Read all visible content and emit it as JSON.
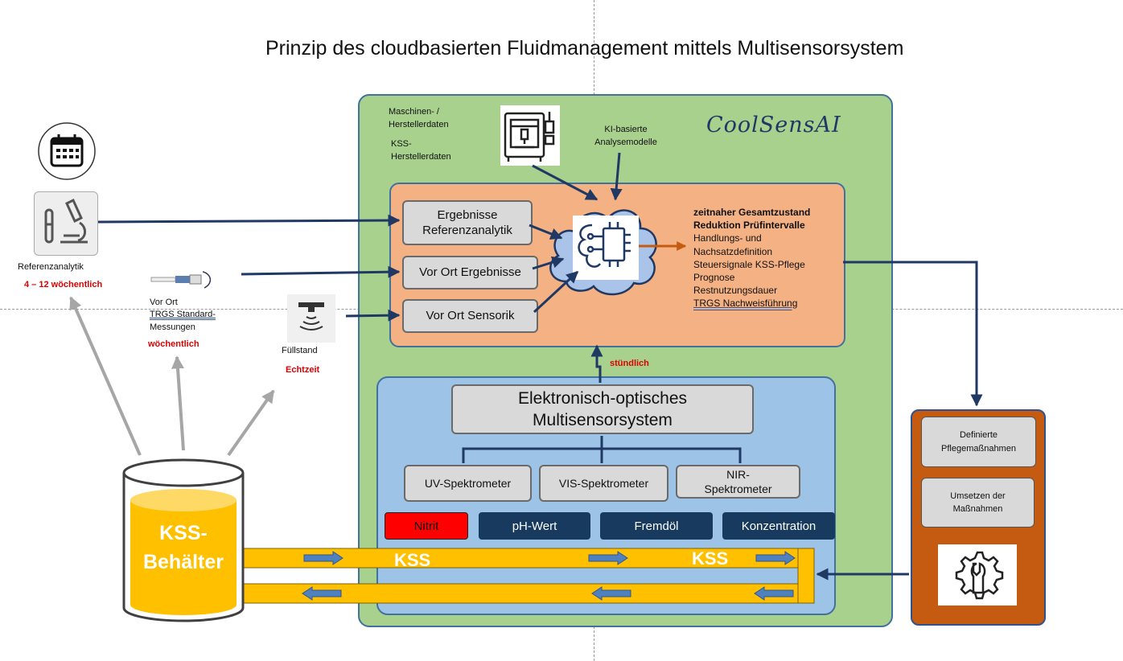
{
  "title": "Prinzip des cloudbasierten Fluidmanagement mittels Multisensorsystem",
  "brand": "CoolSensAI",
  "top_labels": {
    "machine_data": "Maschinen- / Herstellerdaten",
    "kss_data": "KSS- Herstellerdaten",
    "ki_models": "KI-basierte Analysemodelle"
  },
  "inputs": {
    "ref_results": "Ergebnisse Referenzanalytik",
    "onsite_results": "Vor Ort Ergebnisse",
    "onsite_sensors": "Vor Ort Sensorik"
  },
  "results": {
    "line1": "zeitnaher Gesamtzustand",
    "line2": "Reduktion Prüfintervalle",
    "line3": "Handlungs- und",
    "line4": "Nachsatzdefinition",
    "line5": "Steuersignale  KSS-Pflege",
    "line6": "Prognose",
    "line7": "Restnutzungsdauer",
    "line8": "TRGS Nachweisführung"
  },
  "hourly": "stündlich",
  "multisensor": "Elektronisch-optisches Multisensorsystem",
  "spectrometers": {
    "uv": "UV-Spektrometer",
    "vis": "VIS-Spektrometer",
    "nir": "NIR-Spektrometer"
  },
  "parameters": {
    "nitrit": "Nitrit",
    "ph": "pH-Wert",
    "oil": "Fremdöl",
    "conc": "Konzentration"
  },
  "kss_label": "KSS",
  "tank": "KSS-Behälter",
  "left": {
    "ref_label": "Referenzanalytik",
    "ref_freq": "4 – 12 wöchentlich",
    "onsite_a": "Vor Ort",
    "onsite_b": "TRGS Standard-",
    "onsite_c": "Messungen",
    "onsite_freq": "wöchentlich",
    "level_label": "Füllstand",
    "level_freq": "Echtzeit"
  },
  "care": {
    "defined": "Definierte Pflegemaßnahmen",
    "implement": "Umsetzen der Maßnahmen"
  },
  "colors": {
    "green": "#a9d18e",
    "orange": "#f4b183",
    "blue": "#9dc3e6",
    "navy": "#173a5e",
    "red": "#ff0000",
    "kss_yellow": "#ffc000",
    "brown": "#c55a11"
  }
}
